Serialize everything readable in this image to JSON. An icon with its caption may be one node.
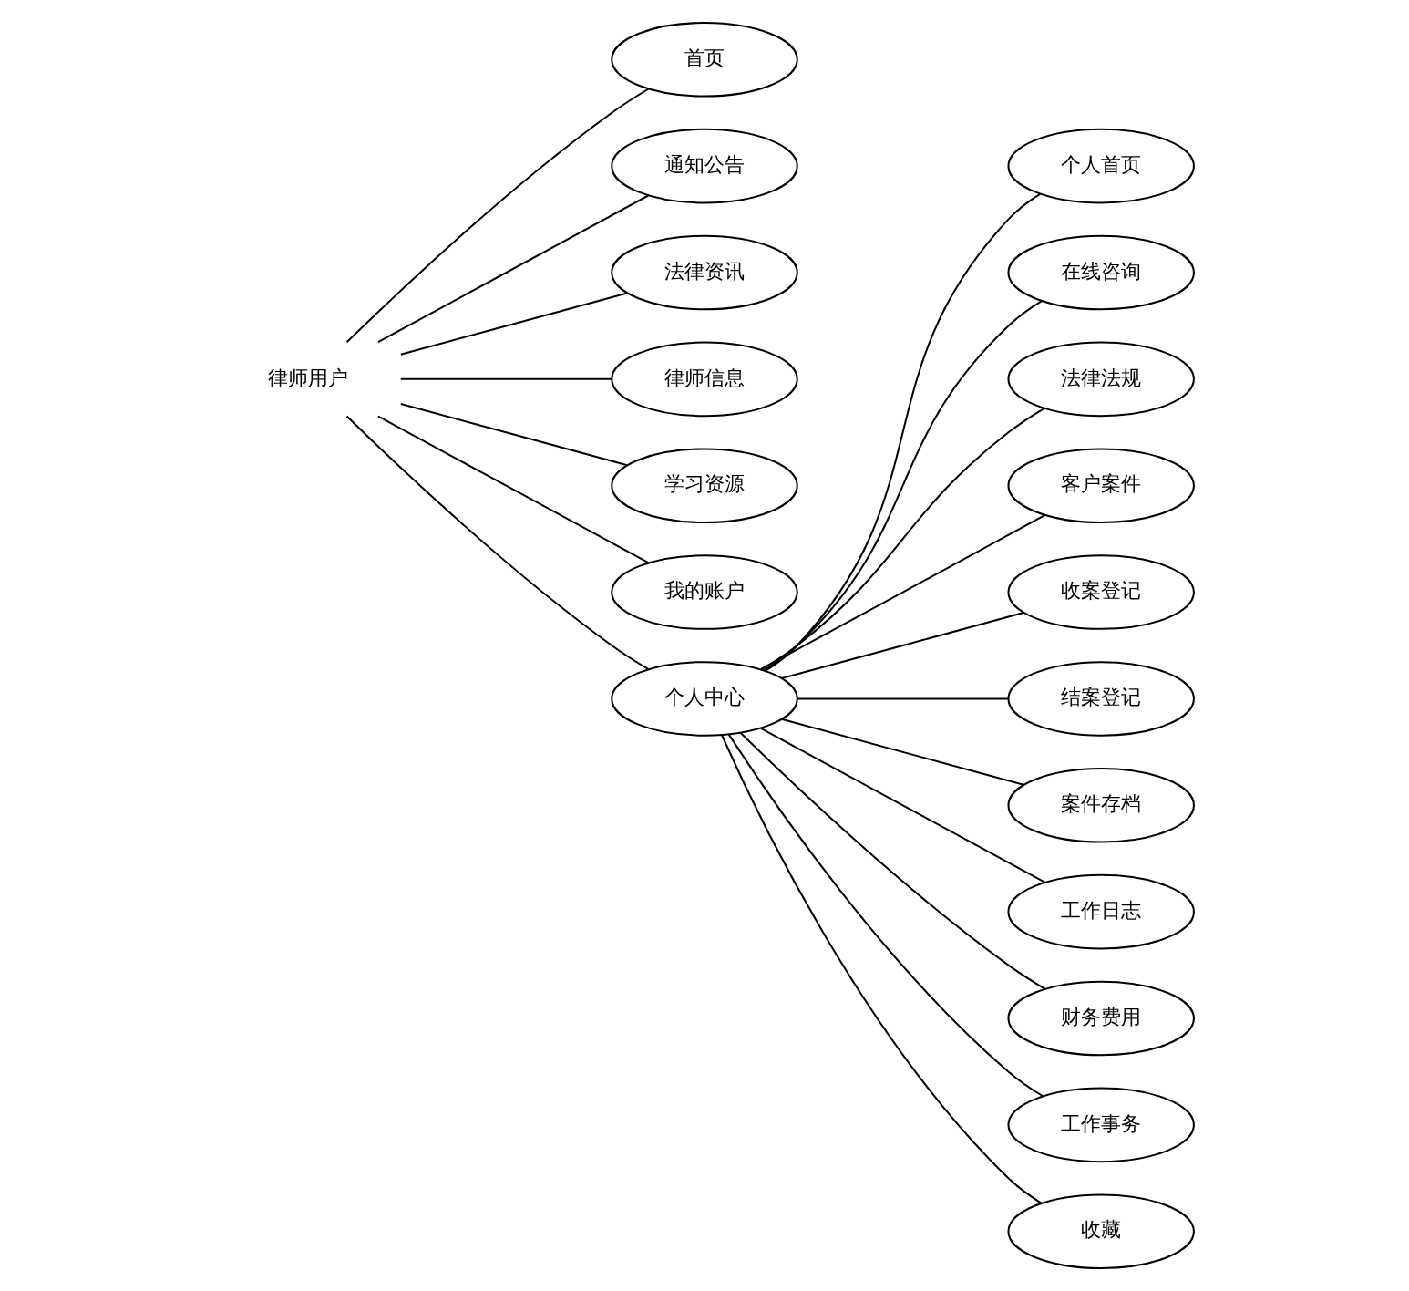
{
  "diagram": {
    "nodes": [
      {
        "text": [
          "律师用户"
        ]
      },
      {
        "text": [
          "首页"
        ]
      },
      {
        "text": [
          "通知公告"
        ]
      },
      {
        "text": [
          "法律资讯"
        ]
      },
      {
        "text": [
          "律师信息"
        ]
      },
      {
        "text": [
          "学习资源"
        ]
      },
      {
        "text": [
          "我的账户"
        ]
      },
      {
        "text": [
          "个人中心"
        ]
      },
      {
        "text": [
          "个人首页"
        ]
      },
      {
        "text": [
          "在线咨询"
        ]
      },
      {
        "text": [
          "法律法规"
        ]
      },
      {
        "text": [
          "客户案件"
        ]
      },
      {
        "text": [
          "收案登记"
        ]
      },
      {
        "text": [
          "结案登记"
        ]
      },
      {
        "text": [
          "案件存档"
        ]
      },
      {
        "text": [
          "工作日志"
        ]
      },
      {
        "text": [
          "财务费用"
        ]
      },
      {
        "text": [
          "工作事务"
        ]
      },
      {
        "text": [
          "收藏"
        ]
      }
    ],
    "edges": [
      {
        "from": 0,
        "to": 1,
        "arrow": "none"
      },
      {
        "from": 0,
        "to": 2,
        "arrow": "none"
      },
      {
        "from": 0,
        "to": 3,
        "arrow": "none"
      },
      {
        "from": 0,
        "to": 4,
        "arrow": "none"
      },
      {
        "from": 0,
        "to": 5,
        "arrow": "none"
      },
      {
        "from": 0,
        "to": 6,
        "arrow": "none"
      },
      {
        "from": 0,
        "to": 7,
        "arrow": "none"
      },
      {
        "from": 7,
        "to": 8,
        "arrow": "none"
      },
      {
        "from": 7,
        "to": 9,
        "arrow": "none"
      },
      {
        "from": 7,
        "to": 10,
        "arrow": "none"
      },
      {
        "from": 7,
        "to": 11,
        "arrow": "none"
      },
      {
        "from": 7,
        "to": 12,
        "arrow": "none"
      },
      {
        "from": 7,
        "to": 13,
        "arrow": "none"
      },
      {
        "from": 7,
        "to": 14,
        "arrow": "none"
      },
      {
        "from": 7,
        "to": 15,
        "arrow": "none"
      },
      {
        "from": 7,
        "to": 16,
        "arrow": "none"
      },
      {
        "from": 7,
        "to": 17,
        "arrow": "none"
      },
      {
        "from": 7,
        "to": 18,
        "arrow": "none"
      }
    ]
  }
}
